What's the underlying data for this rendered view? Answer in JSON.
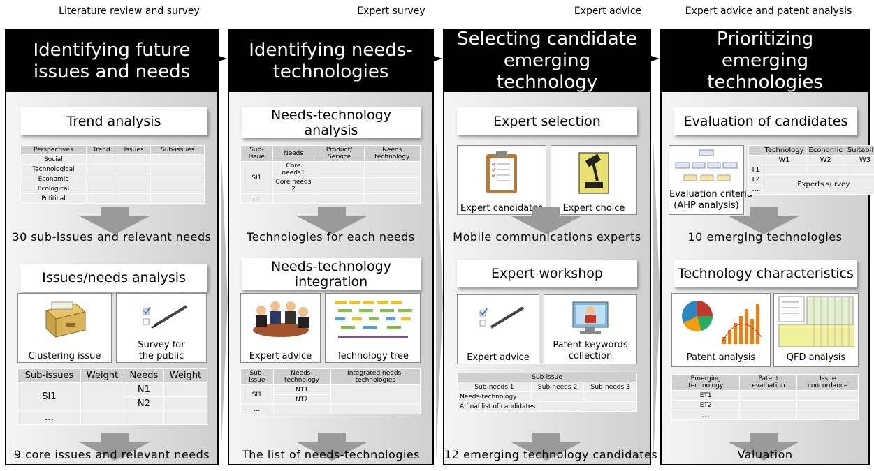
{
  "stages": [
    {
      "label": "Literature review and survey",
      "title": "Identifying future issues and needs",
      "box1": "Trend analysis",
      "trend_table": {
        "headers": [
          "Perspectives",
          "Trend",
          "Issues",
          "Sub-issues"
        ],
        "rows": [
          "Social",
          "Technological",
          "Economic",
          "Ecological",
          "Political"
        ]
      },
      "result1": "30 sub-issues and relevant needs",
      "box2": "Issues/needs analysis",
      "img1": "Clustering issue",
      "img2_line1": "Survey for",
      "img2_line2": "the public",
      "weight_table": {
        "headers": [
          "Sub-issues",
          "Weight",
          "Needs",
          "Weight"
        ],
        "sub": "SI1",
        "n1": "N1",
        "n2": "N2",
        "dots": "…"
      },
      "result2": "9 core issues and relevant needs"
    },
    {
      "label": "Expert survey",
      "title": "Identifying needs-technologies",
      "box1": "Needs-technology analysis",
      "nt_table": {
        "headers": [
          "Sub-Issue",
          "Needs",
          "Product/ Service",
          "Needs technology"
        ],
        "sub": "SI1",
        "need1": "Core needs1",
        "need2": "Core needs 2",
        "dots": "…"
      },
      "result1": "Technologies for each needs",
      "box2": "Needs-technology integration",
      "img1": "Expert advice",
      "img2": "Technology tree",
      "int_table": {
        "headers": [
          "Sub-Issue",
          "Needs-technology",
          "Integrated needs-technologies"
        ],
        "sub": "SI1",
        "nt1": "NT1",
        "nt2": "NT2",
        "dots": "…"
      },
      "result2": "The list of needs-technologies"
    },
    {
      "label": "Expert advice",
      "title": "Selecting candidate emerging technology",
      "box1": "Expert selection",
      "img1": "Expert candidates",
      "img2": "Expert choice",
      "result1": "Mobile communications experts",
      "box2": "Expert workshop",
      "img3": "Expert advice",
      "img4_line1": "Patent keywords",
      "img4_line2": "collection",
      "cand_table": {
        "header": "Sub-issue",
        "subneeds": [
          "Sub-needs 1",
          "Sub-needs 2",
          "Sub-needs 3"
        ],
        "row_label": "Needs-technology",
        "final": "A final list of candidates"
      },
      "result2": "12 emerging technology candidates"
    },
    {
      "label": "Expert advice and patent analysis",
      "title": "Prioritizing emerging technologies",
      "box1": "Evaluation of candidates",
      "img1_line1": "Evaluation criteria",
      "img1_line2": "(AHP analysis)",
      "eval_table": {
        "headers": [
          "Technology",
          "Economic",
          "Suitability"
        ],
        "weights": [
          "W1",
          "W2",
          "W3"
        ],
        "rows": [
          "T1",
          "T2",
          "…"
        ],
        "note": "Experts survey"
      },
      "result1": "10 emerging technologies",
      "box2": "Technology characteristics",
      "img2": "Patent analysis",
      "img3": "QFD analysis",
      "et_table": {
        "headers": [
          "Emerging technology",
          "Patent evaluation",
          "Issue concordance"
        ],
        "rows": [
          "ET1",
          "ET2",
          "…"
        ]
      },
      "result2": "Valuation"
    }
  ]
}
